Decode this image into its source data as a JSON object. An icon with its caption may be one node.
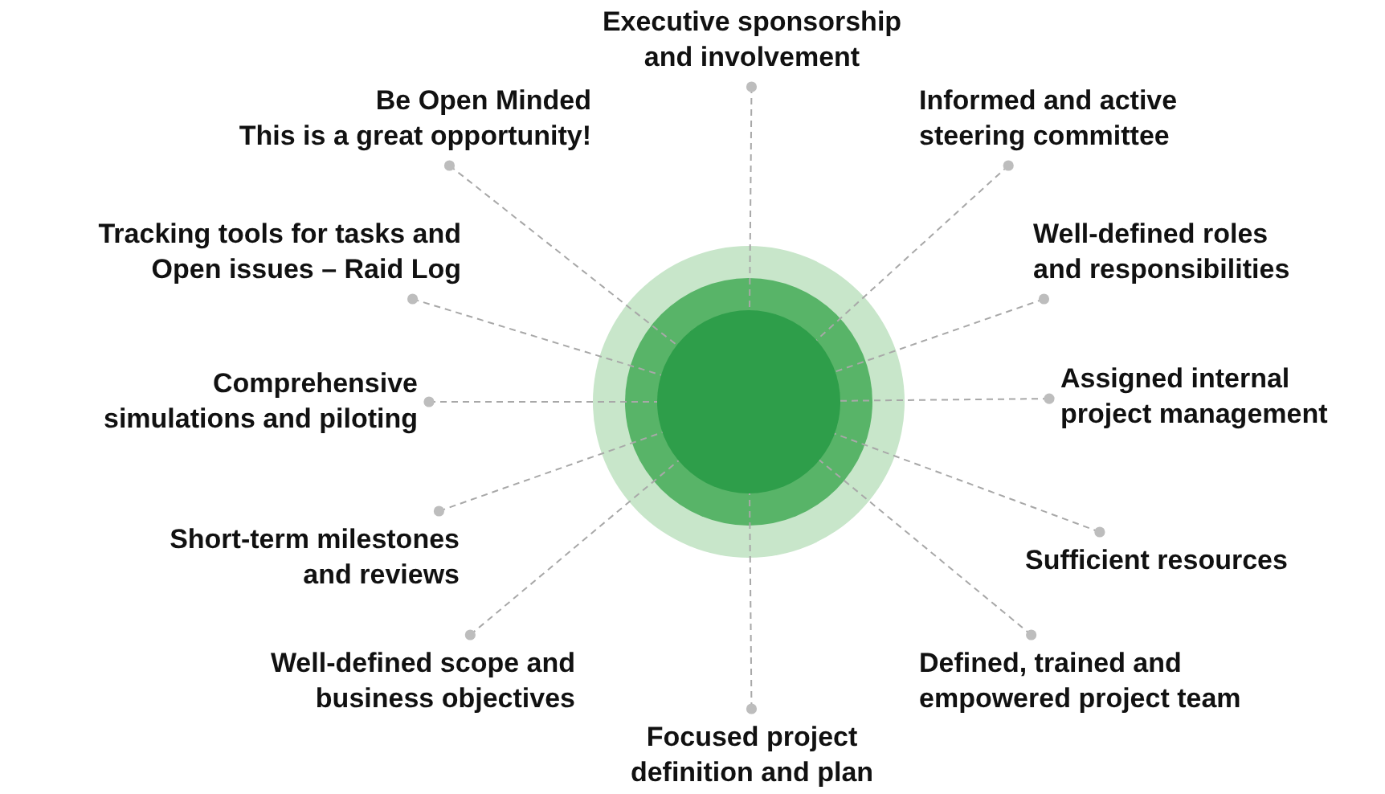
{
  "diagram": {
    "nodes": [
      {
        "text": [],
        "shape": "circle"
      },
      {
        "text": [],
        "shape": "circle",
        "in": 0
      },
      {
        "text": [],
        "shape": "circle",
        "in": 1
      },
      {
        "text": [
          "Executive sponsorship and involvement"
        ]
      },
      {
        "text": [
          "Informed and active steering committee"
        ]
      },
      {
        "text": [
          "Well-defined roles and responsibilities"
        ]
      },
      {
        "text": [
          "Assigned internal project management"
        ]
      },
      {
        "text": [
          "Sufficient resources"
        ]
      },
      {
        "text": [
          "Defined, trained and empowered project team"
        ]
      },
      {
        "text": [
          "Focused project definition and plan"
        ]
      },
      {
        "text": [
          "Well-defined scope and business objectives"
        ]
      },
      {
        "text": [
          "Short-term milestones and reviews"
        ]
      },
      {
        "text": [
          "Comprehensive simulations and piloting"
        ]
      },
      {
        "text": [
          "Tracking tools for tasks and Open issues – Raid Log"
        ]
      },
      {
        "text": [
          "Be Open Minded",
          "This is a great opportunity!"
        ]
      }
    ],
    "edges": [
      {
        "from": 3,
        "to": 2,
        "arrow": "other",
        "style": "dashed"
      },
      {
        "from": 4,
        "to": 2,
        "arrow": "other",
        "style": "dashed"
      },
      {
        "from": 5,
        "to": 2,
        "arrow": "other",
        "style": "dashed"
      },
      {
        "from": 6,
        "to": 2,
        "arrow": "other",
        "style": "dashed"
      },
      {
        "from": 7,
        "to": 2,
        "arrow": "other",
        "style": "dashed"
      },
      {
        "from": 8,
        "to": 2,
        "arrow": "other",
        "style": "dashed"
      },
      {
        "from": 9,
        "to": 2,
        "arrow": "other",
        "style": "dashed"
      },
      {
        "from": 10,
        "to": 2,
        "arrow": "other",
        "style": "dashed"
      },
      {
        "from": 11,
        "to": 2,
        "arrow": "other",
        "style": "dashed"
      },
      {
        "from": 12,
        "to": 2,
        "arrow": "other",
        "style": "dashed"
      },
      {
        "from": 13,
        "to": 2,
        "arrow": "other",
        "style": "dashed"
      },
      {
        "from": 14,
        "to": 2,
        "arrow": "other",
        "style": "dashed"
      }
    ]
  }
}
